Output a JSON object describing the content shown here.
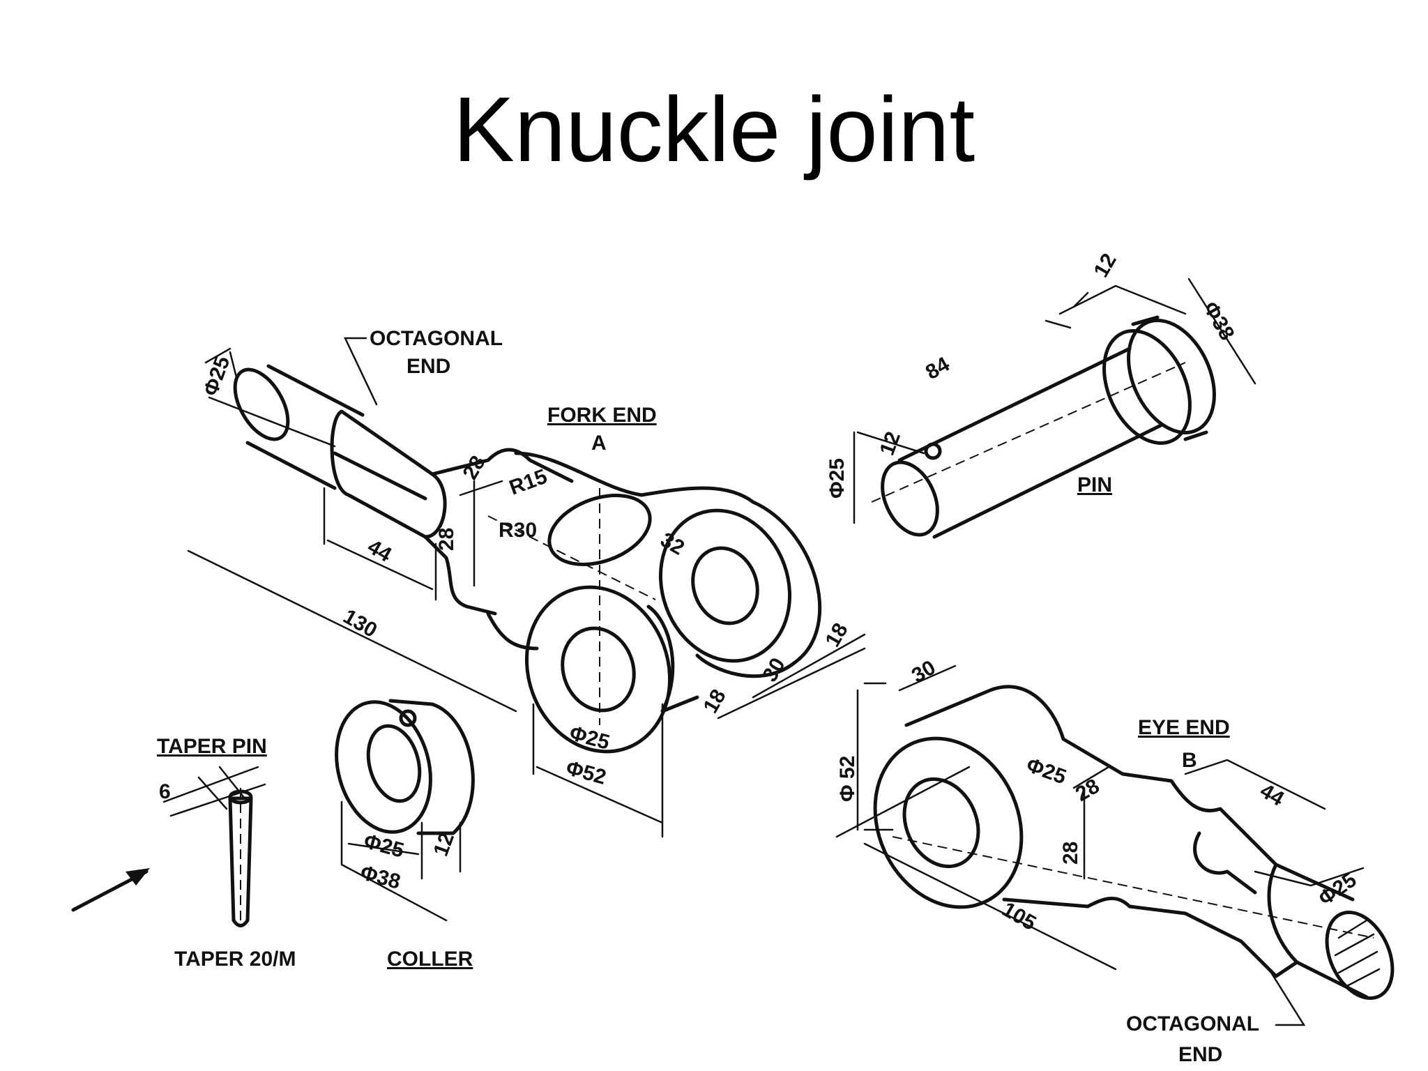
{
  "title": "Knuckle joint",
  "labels": {
    "octagonal_end_top": [
      "OCTAGONAL",
      "END"
    ],
    "fork_end": [
      "FORK END",
      "A"
    ],
    "pin": "PIN",
    "eye_end": [
      "EYE END",
      "B"
    ],
    "taper_pin": "TAPER PIN",
    "taper": "TAPER 20/M",
    "collar": "COLLER",
    "octagonal_end_bottom": [
      "OCTAGONAL",
      "END"
    ]
  },
  "dimensions": {
    "fork_rod_dia": "Φ25",
    "fork_neck_a": "28",
    "fork_neck_b": "28",
    "fork_r15": "R15",
    "fork_r30": "R30",
    "fork_32": "32",
    "fork_44": "44",
    "fork_130": "130",
    "fork_18a": "18",
    "fork_30": "30",
    "fork_18b": "18",
    "fork_hole": "Φ25",
    "fork_boss": "Φ52",
    "pin_12a": "12",
    "pin_head": "Φ38",
    "pin_84": "84",
    "pin_dia": "Φ25",
    "pin_12b": "12",
    "eye_30": "30",
    "eye_52": "Φ 52",
    "eye_hole": "Φ25",
    "eye_28a": "28",
    "eye_28b": "28",
    "eye_44": "44",
    "eye_105": "105",
    "eye_rod": "Φ25",
    "taper_6": "6",
    "collar_hole": "Φ25",
    "collar_od": "Φ38",
    "collar_12": "12"
  }
}
